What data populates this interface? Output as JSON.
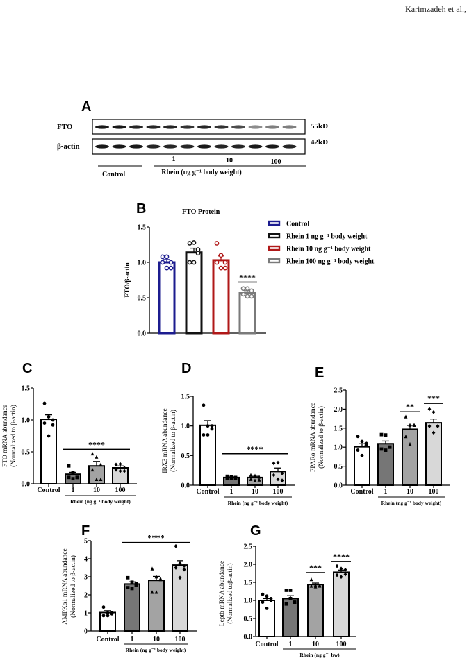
{
  "header": {
    "author": "Karimzadeh et al.,"
  },
  "panel_a": {
    "letter": "A",
    "rows": [
      {
        "label": "FTO",
        "size": "55kD",
        "band_intensity": [
          0.9,
          0.9,
          0.85,
          0.85,
          0.85,
          0.8,
          0.85,
          0.8,
          0.7,
          0.45,
          0.5,
          0.5
        ]
      },
      {
        "label": "β-actin",
        "size": "42kD",
        "band_intensity": [
          0.9,
          0.9,
          0.9,
          0.85,
          0.85,
          0.85,
          0.9,
          0.85,
          0.85,
          0.9,
          0.9,
          0.85
        ]
      }
    ],
    "dose_labels": [
      "1",
      "10",
      "100"
    ],
    "control_label": "Control",
    "rhein_label": "Rhein (ng g⁻¹ body weight)"
  },
  "colors": {
    "control_b": "#1c1c8f",
    "rhein1_b": "#111111",
    "rhein10_b": "#b01818",
    "rhein100_b": "#7a7a7a",
    "fill_control": "#ffffff",
    "fill_1": "#767676",
    "fill_10": "#a3a3a3",
    "fill_100": "#d8d8d8"
  },
  "chart_data": [
    {
      "id": "B",
      "type": "bar",
      "letter": "B",
      "title": "FTO Protein",
      "ylabel": [
        "FTO/β-actin"
      ],
      "ylim": [
        0,
        1.5
      ],
      "yticks": [
        "0.0",
        "0.5",
        "1.0",
        "1.5"
      ],
      "categories": [
        "Control",
        "Rhein 1 ng g⁻¹ body weight",
        "Rhein 10 ng g⁻¹ body weight",
        "Rhein 100 ng g⁻¹ body weight"
      ],
      "legend": [
        "Control",
        "Rhein 1 ng g⁻¹ body weight",
        "Rhein 10 ng g⁻¹ body weight",
        "Rhein 100 ng g⁻¹ body weight"
      ],
      "legend_position": "right",
      "values": [
        1.0,
        1.14,
        1.03,
        0.57
      ],
      "sem": [
        0.04,
        0.06,
        0.06,
        0.03
      ],
      "points": [
        [
          1.08,
          1.08,
          1.0,
          1.0,
          0.92,
          0.92
        ],
        [
          1.27,
          1.28,
          1.18,
          1.0,
          1.0,
          1.13
        ],
        [
          1.27,
          1.1,
          1.0,
          1.0,
          0.92,
          0.92
        ],
        [
          0.63,
          0.63,
          0.6,
          0.55,
          0.52,
          0.52
        ]
      ],
      "markers": [
        "open-circle",
        "open-circle",
        "open-circle",
        "open-circle"
      ],
      "significance": [
        {
          "label": "****",
          "from": 3,
          "to": 3,
          "y": 0.72
        }
      ]
    },
    {
      "id": "C",
      "type": "bar",
      "letter": "C",
      "ylabel": [
        "FTO mRNA abundance",
        "(Normalized to β-actin)"
      ],
      "ylim": [
        0,
        1.5
      ],
      "yticks": [
        "0.0",
        "0.5",
        "1.0",
        "1.5"
      ],
      "categories": [
        "Control",
        "1",
        "10",
        "100"
      ],
      "group_label": "Rhein (ng g⁻¹ body weight)",
      "values": [
        1.01,
        0.15,
        0.28,
        0.25
      ],
      "sem": [
        0.07,
        0.03,
        0.07,
        0.03
      ],
      "points": [
        [
          1.26,
          1.05,
          1.0,
          0.95,
          0.75,
          0.92
        ],
        [
          0.28,
          0.17,
          0.1,
          0.1,
          0.08,
          0.1
        ],
        [
          0.47,
          0.42,
          0.3,
          0.22,
          0.07,
          0.07
        ],
        [
          0.3,
          0.31,
          0.25,
          0.22,
          0.2,
          0.2
        ]
      ],
      "markers": [
        "circle",
        "square",
        "triangle",
        "diamond"
      ],
      "significance": [
        {
          "label": "****",
          "from": 1,
          "to": 3,
          "y": 0.54
        }
      ]
    },
    {
      "id": "D",
      "type": "bar",
      "letter": "D",
      "ylabel": [
        "IRX3 mRNA abundance",
        "(Normalized to β-actin)"
      ],
      "ylim": [
        0,
        1.5
      ],
      "yticks": [
        "0.0",
        "0.5",
        "1.0",
        "1.5"
      ],
      "categories": [
        "Control",
        "1",
        "10",
        "100"
      ],
      "group_label": "Rhein (ng g⁻¹ body weight)",
      "values": [
        1.01,
        0.13,
        0.13,
        0.23
      ],
      "sem": [
        0.08,
        0.01,
        0.02,
        0.06
      ],
      "points": [
        [
          1.35,
          1.0,
          0.95,
          0.85,
          0.85,
          1.0
        ],
        [
          0.15,
          0.14,
          0.13,
          0.12,
          0.12,
          0.12
        ],
        [
          0.17,
          0.16,
          0.14,
          0.1,
          0.08,
          0.09
        ],
        [
          0.37,
          0.38,
          0.2,
          0.17,
          0.1,
          0.08
        ]
      ],
      "markers": [
        "circle",
        "square",
        "triangle",
        "diamond"
      ],
      "significance": [
        {
          "label": "****",
          "from": 1,
          "to": 3,
          "y": 0.53
        }
      ]
    },
    {
      "id": "E",
      "type": "bar",
      "letter": "E",
      "ylabel": [
        "PPARα mRNA abundance",
        "(Normalized to β-actin)"
      ],
      "ylim": [
        0,
        2.5
      ],
      "yticks": [
        "0.0",
        "0.5",
        "1.0",
        "1.5",
        "2.0",
        "2.5"
      ],
      "categories": [
        "Control",
        "1",
        "10",
        "100"
      ],
      "group_label": "Rhein (ng g⁻¹ body weight)",
      "values": [
        1.01,
        1.09,
        1.47,
        1.64
      ],
      "sem": [
        0.08,
        0.07,
        0.1,
        0.1
      ],
      "points": [
        [
          1.28,
          1.15,
          1.05,
          0.92,
          0.78,
          1.1
        ],
        [
          1.33,
          1.32,
          1.0,
          0.95,
          0.92,
          1.0
        ],
        [
          1.8,
          1.58,
          1.58,
          1.28,
          1.08,
          1.58
        ],
        [
          2.0,
          1.92,
          1.55,
          1.55,
          1.38,
          1.55
        ]
      ],
      "markers": [
        "circle",
        "square",
        "triangle",
        "diamond"
      ],
      "significance": [
        {
          "label": "**",
          "from": 2,
          "to": 2,
          "y": 1.93
        },
        {
          "label": "***",
          "from": 3,
          "to": 3,
          "y": 2.15
        }
      ]
    },
    {
      "id": "F",
      "type": "bar",
      "letter": "F",
      "ylabel": [
        "AMPKα1 mRNA abundance",
        "(Normalized to β-actin)"
      ],
      "ylim": [
        0,
        5
      ],
      "yticks": [
        "0",
        "1",
        "2",
        "3",
        "4",
        "5"
      ],
      "categories": [
        "Control",
        "1",
        "10",
        "100"
      ],
      "group_label": "Rhein (ng g⁻¹ body weight)",
      "values": [
        1.02,
        2.6,
        2.8,
        3.65
      ],
      "sem": [
        0.1,
        0.12,
        0.22,
        0.24
      ],
      "points": [
        [
          1.32,
          1.0,
          0.95,
          0.85,
          0.85,
          1.0
        ],
        [
          2.95,
          2.7,
          2.55,
          2.4,
          2.35,
          2.6
        ],
        [
          3.45,
          3.0,
          2.85,
          2.15,
          2.15,
          2.9
        ],
        [
          4.7,
          3.75,
          3.6,
          3.5,
          2.95,
          3.4
        ]
      ],
      "markers": [
        "circle",
        "square",
        "triangle",
        "diamond"
      ],
      "significance": [
        {
          "label": "****",
          "from": 1,
          "to": 3,
          "y": 4.9
        }
      ]
    },
    {
      "id": "G",
      "type": "bar",
      "letter": "G",
      "ylabel": [
        "Leptb mRNA abundance",
        "(Normalized toβ-actin)"
      ],
      "ylim": [
        0,
        2.5
      ],
      "yticks": [
        "0.0",
        "0.5",
        "1.0",
        "1.5",
        "2.0",
        "2.5"
      ],
      "categories": [
        "Control",
        "1",
        "10",
        "100"
      ],
      "group_label": "Rhein (ng g⁻¹ bw)",
      "values": [
        1.0,
        1.05,
        1.44,
        1.78
      ],
      "sem": [
        0.05,
        0.08,
        0.04,
        0.06
      ],
      "points": [
        [
          1.17,
          1.12,
          1.05,
          0.95,
          0.78,
          1.0
        ],
        [
          1.28,
          1.28,
          0.95,
          0.9,
          1.05,
          0.95
        ],
        [
          1.58,
          1.42,
          1.42,
          1.4,
          1.38,
          1.4
        ],
        [
          1.95,
          1.88,
          1.85,
          1.7,
          1.65,
          1.72
        ]
      ],
      "markers": [
        "circle",
        "square",
        "triangle",
        "diamond"
      ],
      "significance": [
        {
          "label": "***",
          "from": 2,
          "to": 2,
          "y": 1.77
        },
        {
          "label": "****",
          "from": 3,
          "to": 3,
          "y": 2.08
        }
      ]
    }
  ]
}
